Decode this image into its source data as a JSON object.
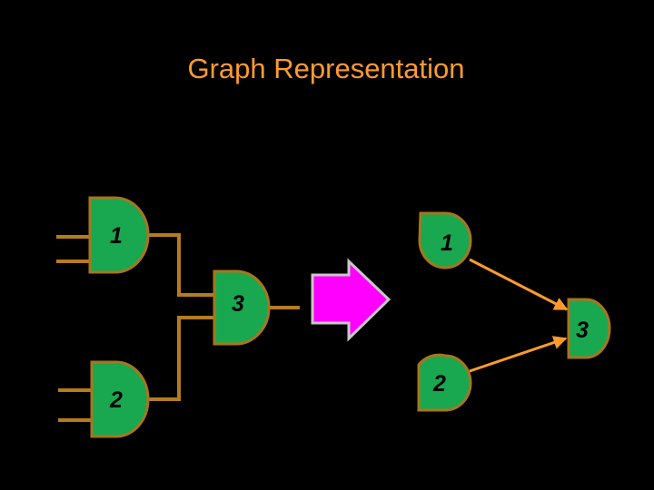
{
  "slide": {
    "title": "Graph Representation"
  },
  "colors": {
    "background": "#000000",
    "title": "#ff9b2e",
    "gate_fill": "#19a84f",
    "gate_stroke": "#a8761c",
    "wire": "#b57c1e",
    "edge": "#ff9b2e",
    "arrow_fill": "#ff00ff",
    "arrow_stroke": "#c8c8c8"
  },
  "circuit": {
    "gates": [
      {
        "id": "g1",
        "label": "1"
      },
      {
        "id": "g2",
        "label": "2"
      },
      {
        "id": "g3",
        "label": "3"
      }
    ]
  },
  "graph": {
    "nodes": [
      {
        "id": "n1",
        "label": "1"
      },
      {
        "id": "n2",
        "label": "2"
      },
      {
        "id": "n3",
        "label": "3"
      }
    ],
    "edges": [
      {
        "from": "1",
        "to": "3"
      },
      {
        "from": "2",
        "to": "3"
      }
    ]
  },
  "transform_arrow": {
    "icon": "right-arrow-icon"
  }
}
